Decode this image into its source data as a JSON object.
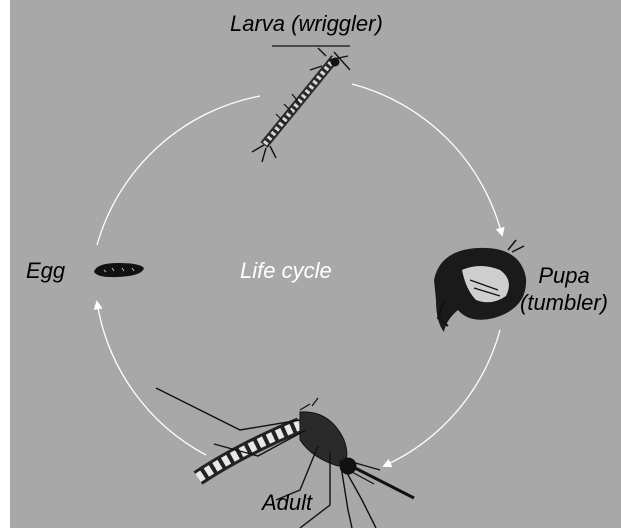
{
  "labels": {
    "larva": "Larva (wriggler)",
    "egg": "Egg",
    "center": "Life cycle",
    "pupa_line1": "Pupa",
    "pupa_line2": "(tumbler)",
    "adult": "Adult"
  },
  "stages": [
    "Egg",
    "Larva (wriggler)",
    "Pupa (tumbler)",
    "Adult"
  ],
  "colors": {
    "panel_background": "#a8a8a8",
    "arrows": "#ffffff",
    "ink": "#000000",
    "center_text": "#ffffff"
  },
  "icons": [
    "egg-illustration",
    "larva-illustration",
    "pupa-illustration",
    "adult-mosquito-illustration"
  ]
}
